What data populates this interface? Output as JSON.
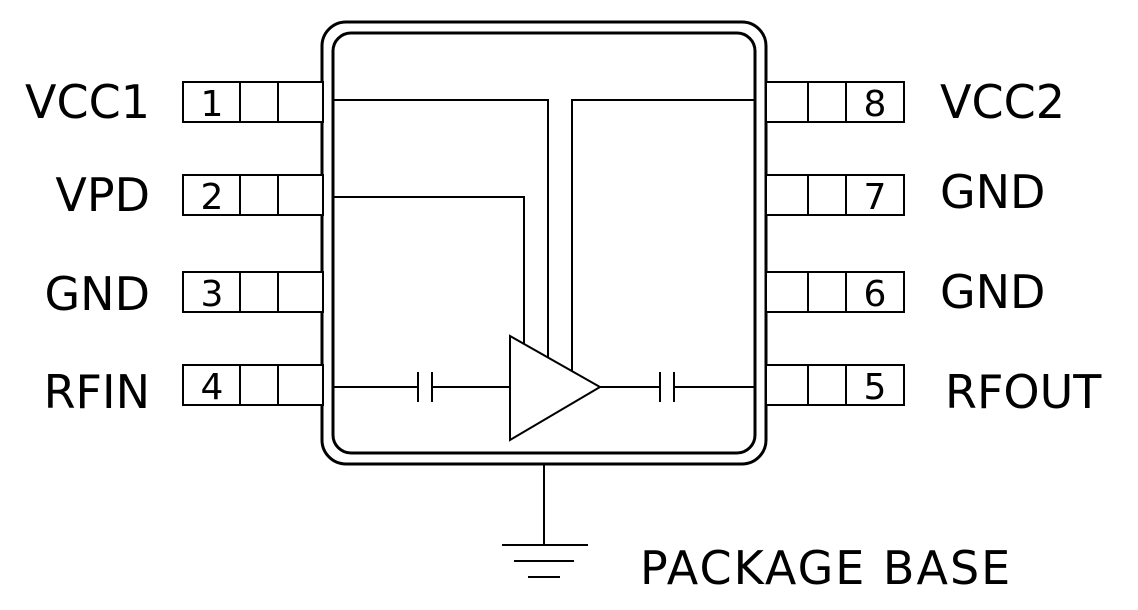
{
  "pins": {
    "left": [
      {
        "number": "1",
        "name": "VCC1"
      },
      {
        "number": "2",
        "name": "VPD"
      },
      {
        "number": "3",
        "name": "GND"
      },
      {
        "number": "4",
        "name": "RFIN"
      }
    ],
    "right": [
      {
        "number": "8",
        "name": "VCC2"
      },
      {
        "number": "7",
        "name": "GND"
      },
      {
        "number": "6",
        "name": "GND"
      },
      {
        "number": "5",
        "name": "RFOUT"
      }
    ]
  },
  "package_base_label": "PACKAGE BASE"
}
